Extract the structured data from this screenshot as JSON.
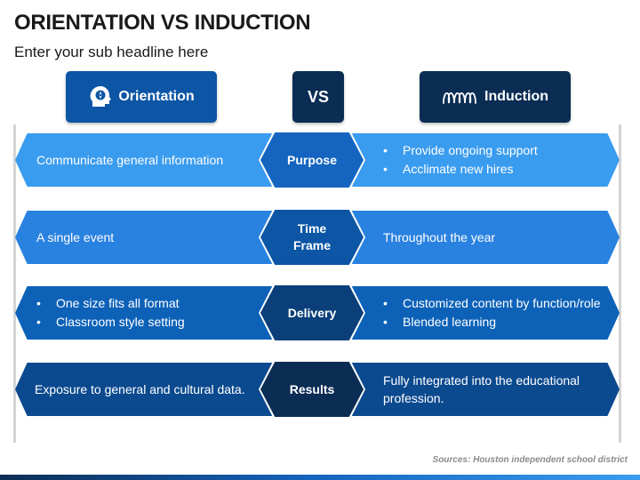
{
  "title": "ORIENTATION VS INDUCTION",
  "subtitle": "Enter your sub headline here",
  "headers": {
    "left": {
      "label": "Orientation",
      "icon": "head-compass-icon"
    },
    "vs": {
      "label": "VS"
    },
    "right": {
      "label": "Induction",
      "icon": "coil-spring-icon"
    }
  },
  "rows": [
    {
      "label": "Purpose",
      "left": [
        "Communicate general information"
      ],
      "right_bullets": [
        "Provide ongoing support",
        "Acclimate new hires"
      ]
    },
    {
      "label_lines": [
        "Time",
        "Frame"
      ],
      "left": [
        "A single event"
      ],
      "right": [
        "Throughout the year"
      ]
    },
    {
      "label": "Delivery",
      "left_bullets": [
        "One size fits all format",
        "Classroom style setting"
      ],
      "right_bullets": [
        "Customized content by function/role",
        "Blended learning"
      ]
    },
    {
      "label": "Results",
      "left": [
        "Exposure to general and cultural data."
      ],
      "right": [
        "Fully integrated into the educational profession."
      ]
    }
  ],
  "source": "Sources: Houston independent school district",
  "colors": {
    "band1": "#3a9cef",
    "band2": "#2a82e0",
    "band3": "#0d62b8",
    "band4": "#0c4a8f",
    "header_blue": "#0d56a6",
    "header_navy": "#0b2d54"
  }
}
